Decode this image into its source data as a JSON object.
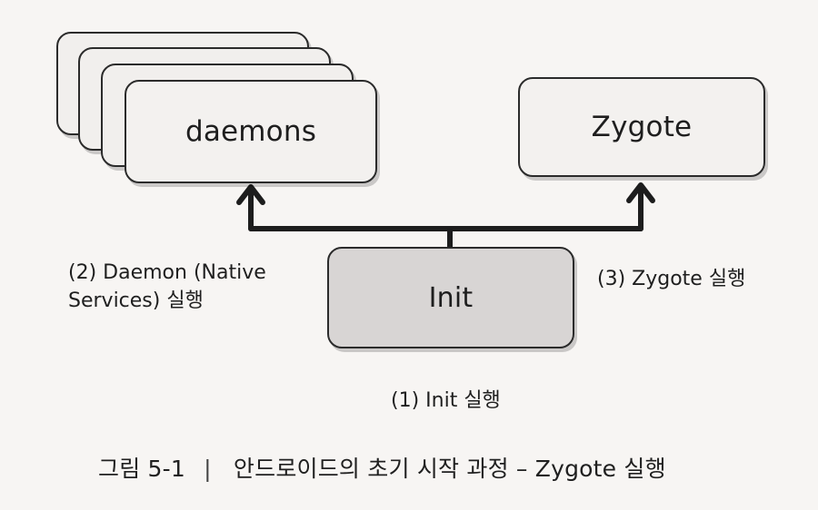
{
  "diagram": {
    "nodes": {
      "daemons": "daemons",
      "zygote": "Zygote",
      "init": "Init"
    },
    "edge_labels": {
      "daemon_line1": "(2) Daemon (Native",
      "daemon_line2": "Services) 실행",
      "zygote": "(3) Zygote 실행",
      "init": "(1) Init 실행"
    },
    "caption": {
      "figure_number": "그림 5-1",
      "separator": "|",
      "text": "안드로이드의 초기 시작 과정 – Zygote 실행"
    }
  }
}
